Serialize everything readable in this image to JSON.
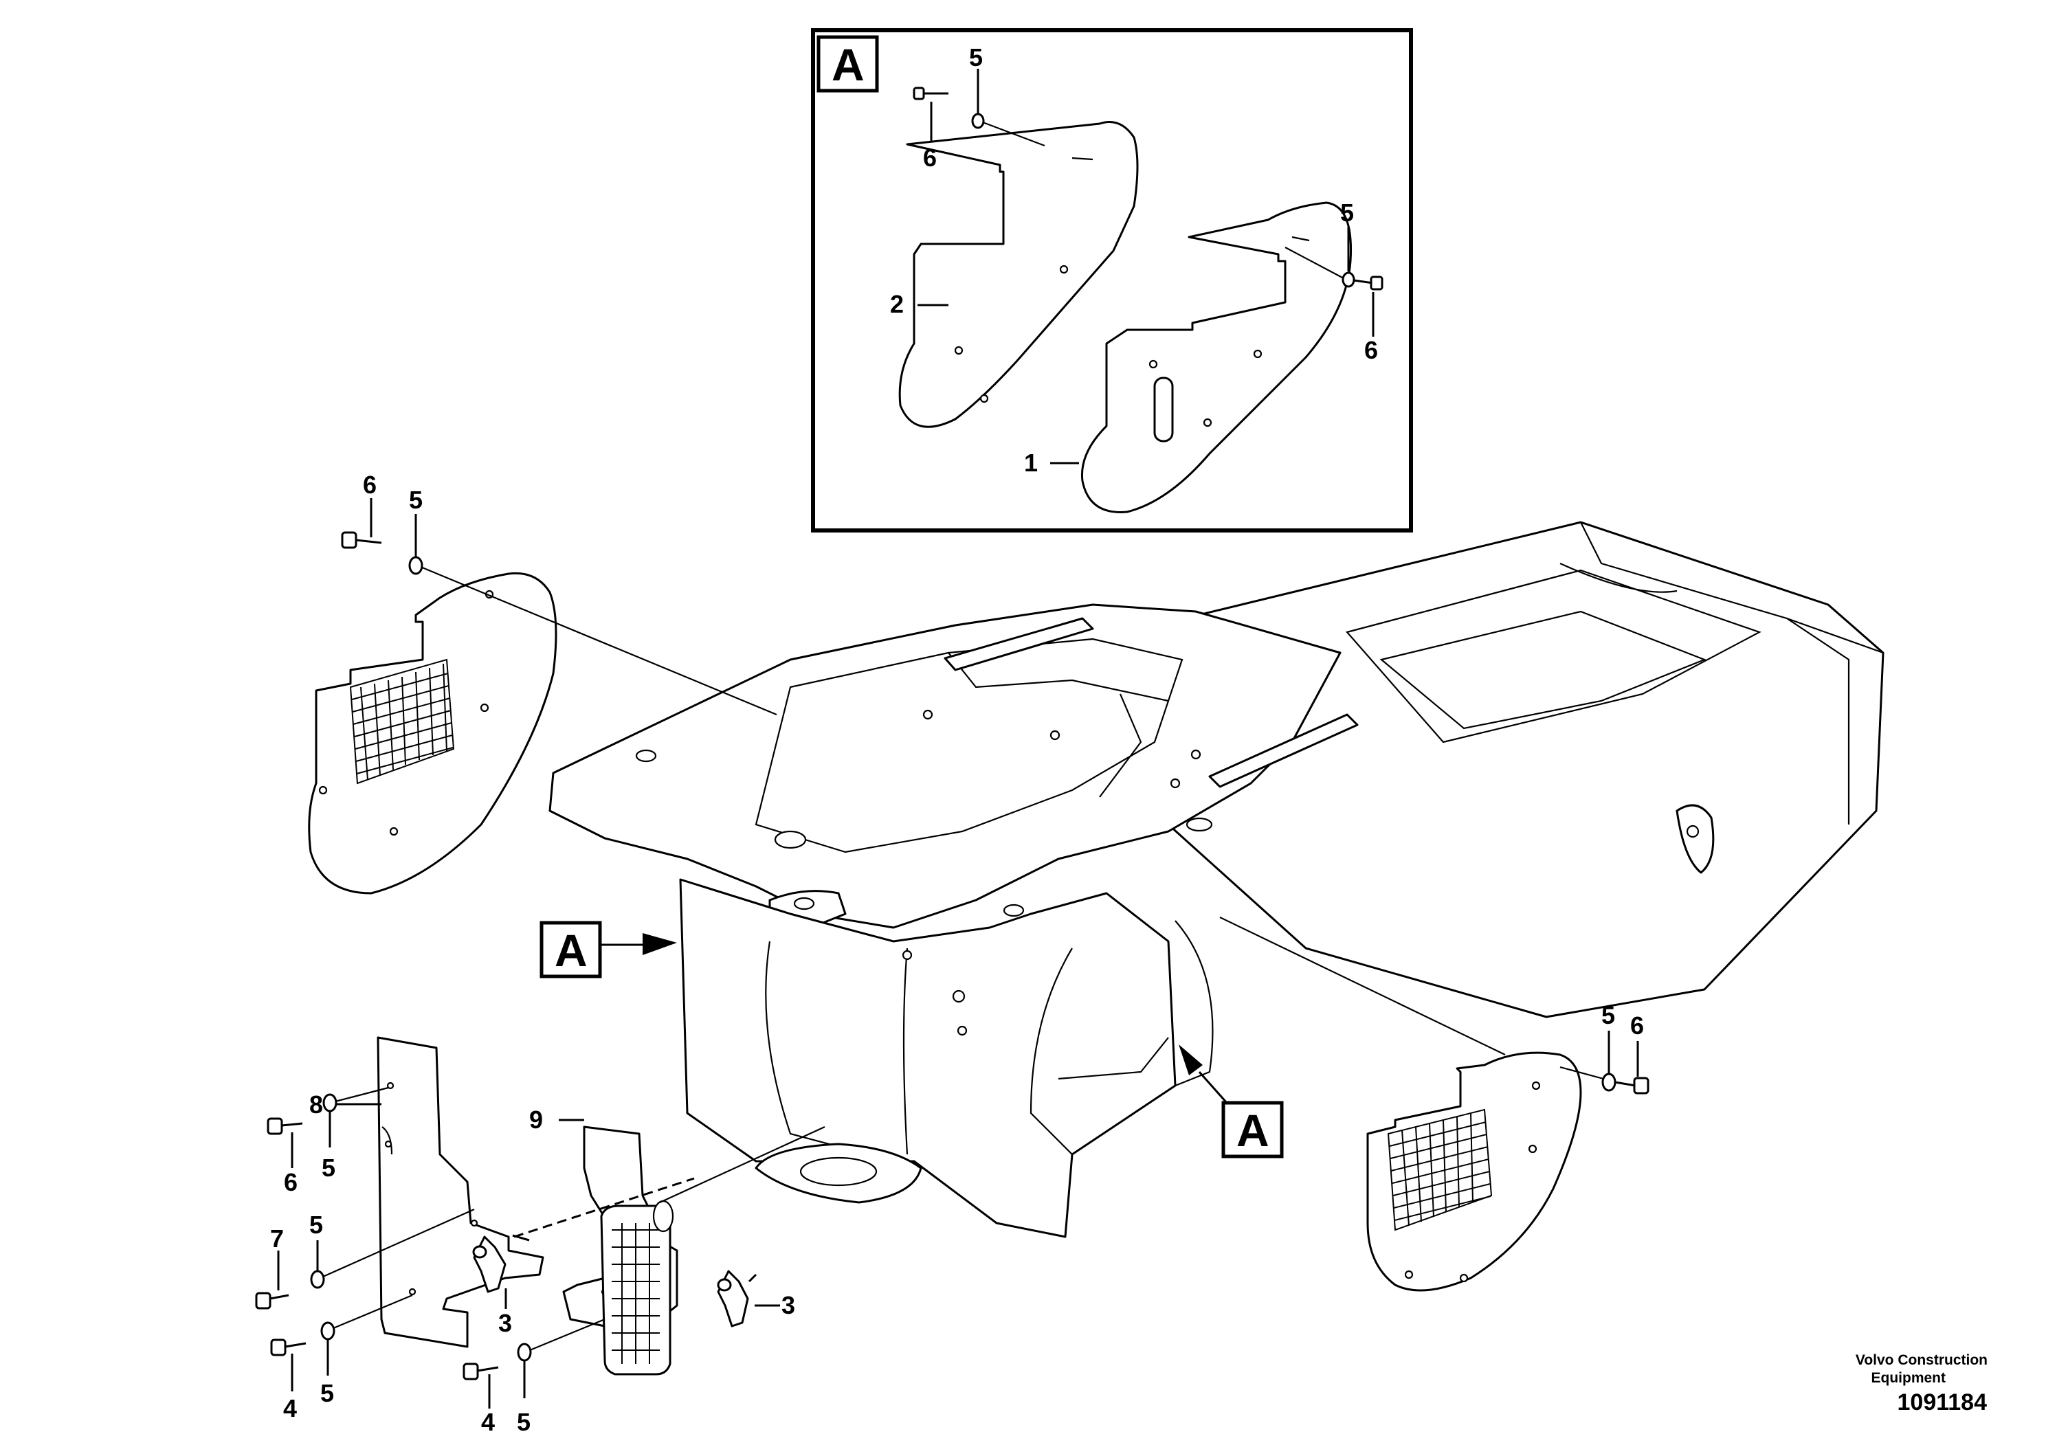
{
  "diagram": {
    "detail_marker": "A",
    "callouts": {
      "panel_handle": "1",
      "panel_plain": "2",
      "clip": "3",
      "bolt_short": "4",
      "washer": "5",
      "bolt": "6",
      "bolt_long": "7",
      "cover_left": "8",
      "cover_right": "9"
    }
  },
  "publisher": {
    "line1": "Volvo Construction",
    "line2": "Equipment",
    "number": "1091184"
  }
}
